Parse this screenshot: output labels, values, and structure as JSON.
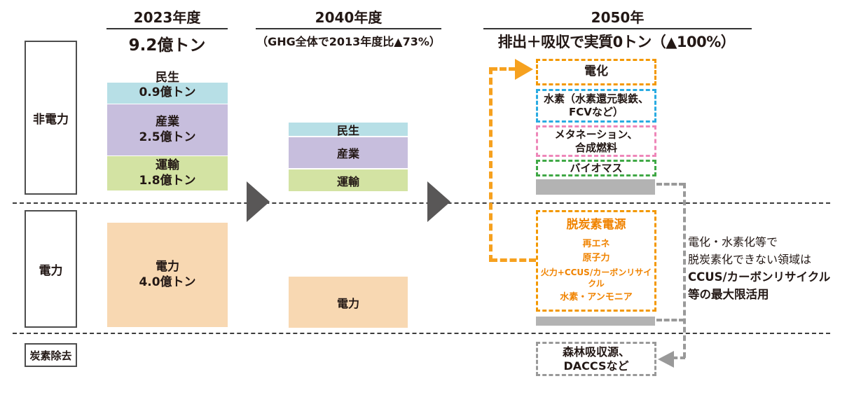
{
  "columns": [
    {
      "title": "2023年度",
      "subtitle": "9.2億トン"
    },
    {
      "title": "2040年度",
      "subtitle": "（GHG全体で2013年度比▲73%）"
    },
    {
      "title": "2050年",
      "subtitle": "排出＋吸収で実質0トン（▲100%）"
    }
  ],
  "row_labels": {
    "non_power": "非電力",
    "power": "電力",
    "carbon_removal": "炭素除去"
  },
  "stack_2023": [
    {
      "label": "民生",
      "value": "0.9億トン",
      "color": "#b7dfe6"
    },
    {
      "label": "産業",
      "value": "2.5億トン",
      "color": "#c7bedd"
    },
    {
      "label": "運輸",
      "value": "1.8億トン",
      "color": "#d3e3a3"
    },
    {
      "label": "電力",
      "value": "4.0億トン",
      "color": "#f8d8b2"
    }
  ],
  "stack_2040": [
    {
      "label": "民生",
      "color": "#b7dfe6"
    },
    {
      "label": "産業",
      "color": "#c7bedd"
    },
    {
      "label": "運輸",
      "color": "#d3e3a3"
    },
    {
      "label": "電力",
      "color": "#f8d8b2"
    }
  ],
  "measures_2050": [
    {
      "label": "電化",
      "border_color": "#f39800"
    },
    {
      "line1": "水素（水素還元製鉄、",
      "line2": "FCVなど）",
      "border_color": "#29abe2"
    },
    {
      "line1": "メタネーション、",
      "line2": "合成燃料",
      "border_color": "#ee87b9"
    },
    {
      "label": "バイオマス",
      "border_color": "#3fa845"
    }
  ],
  "decarbonized_power": {
    "title": "脱炭素電源",
    "items": [
      "再エネ",
      "原子力",
      "火力+CCUS/カーボンリサイクル",
      "水素・アンモニア"
    ],
    "text_color": "#f08300",
    "border_color": "#f39800"
  },
  "carbon_removal_box": {
    "line1": "森林吸収源、",
    "line2": "DACCSなど",
    "border_color": "#999999"
  },
  "side_note": {
    "line1": "電化・水素化等で",
    "line2": "脱炭素化できない領域は",
    "line3": "CCUS/カーボンリサイクル",
    "line4": "等の最大限活用"
  },
  "misc_colors": {
    "transition_arrow": "#595757",
    "residual_bar": "#b3b3b3",
    "orange_arrow": "#f6a11f",
    "gray_arrow": "#999999"
  }
}
